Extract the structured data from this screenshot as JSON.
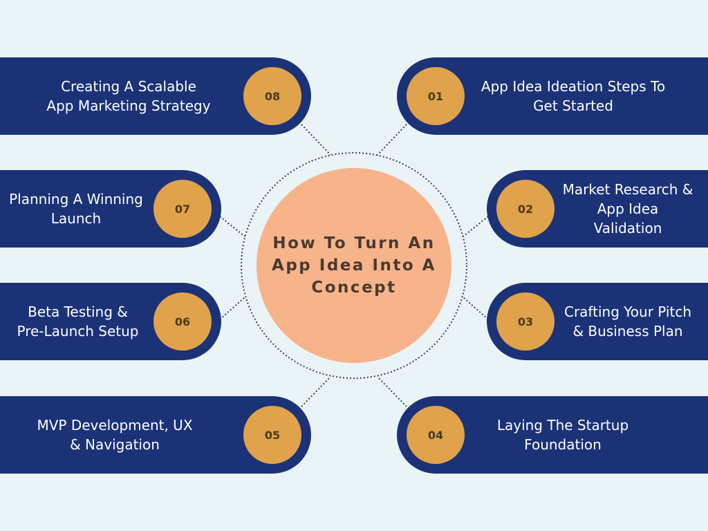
{
  "title": "How To Turn An App Idea Into A Concept",
  "colors": {
    "background": "#eaf4f6",
    "pill": "#1b3277",
    "number": "#e0a24a",
    "center": "#f7b48b"
  },
  "steps": [
    {
      "number": "01",
      "label": "App Idea Ideation Steps To Get Started"
    },
    {
      "number": "02",
      "label": "Market Research & App Idea Validation"
    },
    {
      "number": "03",
      "label": "Crafting Your Pitch & Business Plan"
    },
    {
      "number": "04",
      "label": "Laying The Startup Foundation"
    },
    {
      "number": "05",
      "label": "MVP Development, UX & Navigation"
    },
    {
      "number": "06",
      "label": "Beta Testing & Pre-Launch Setup"
    },
    {
      "number": "07",
      "label": "Planning A Winning Launch"
    },
    {
      "number": "08",
      "label": "Creating A Scalable App Marketing Strategy"
    }
  ]
}
